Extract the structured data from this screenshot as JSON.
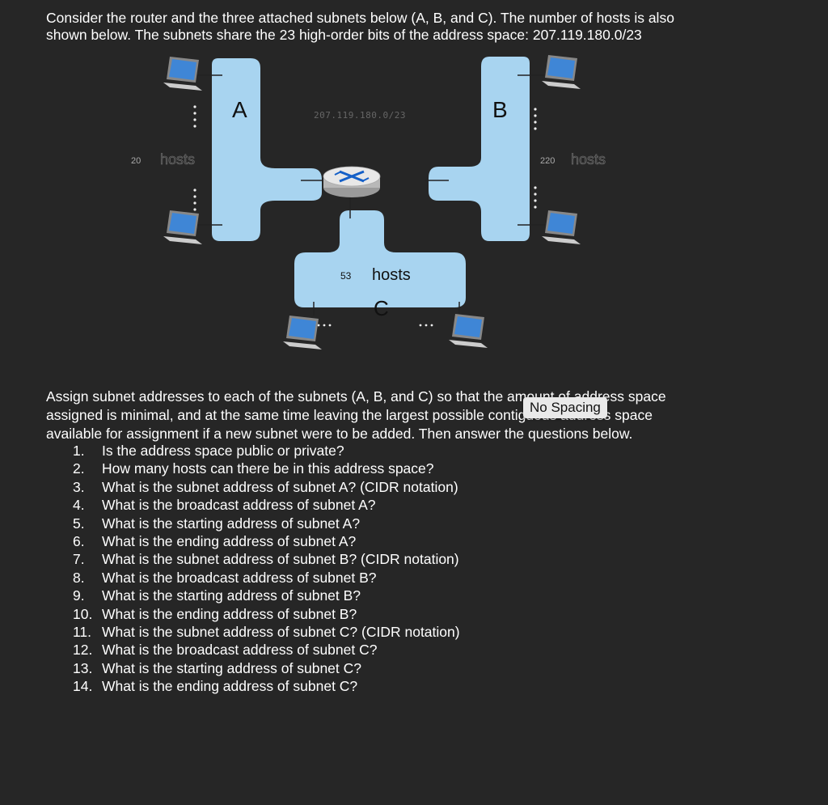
{
  "intro": {
    "line1": "Consider the router and the three attached subnets below (A, B, and C). The number of hosts is also",
    "line2": "shown below. The subnets share the 23 high-order bits of the address space: 207.119.180.0/23"
  },
  "diagram": {
    "router_prefix": "207.119.180.0/23",
    "subnet_a": {
      "letter": "A",
      "count": "20",
      "hosts_word": "hosts"
    },
    "subnet_b": {
      "letter": "B",
      "count": "220",
      "hosts_word": "hosts"
    },
    "subnet_c": {
      "letter": "C",
      "count": "53",
      "hosts_word": "hosts"
    },
    "colors": {
      "subnet_fill": "#a8d4f0",
      "background": "#262626"
    }
  },
  "assign": {
    "line1_start": "Assign subnet addresses to each of the subnets (A, B, and C) so that the amount of address space",
    "line2": "assigned is minimal, and at the same time leaving the largest possible contiguous address space",
    "line3": "available for assignment if a new subnet were to be added. Then answer the questions below."
  },
  "tooltip": {
    "text": "No Spacing"
  },
  "questions": [
    {
      "num": "1.",
      "text": "Is the address space public or private?"
    },
    {
      "num": "2.",
      "text": "How many hosts can there be in this address space?"
    },
    {
      "num": "3.",
      "text": "What is the subnet address of subnet A? (CIDR notation)"
    },
    {
      "num": "4.",
      "text": "What is the broadcast address of subnet A?"
    },
    {
      "num": "5.",
      "text": "What is the starting address of subnet A?"
    },
    {
      "num": "6.",
      "text": "What is the ending address of subnet A?"
    },
    {
      "num": "7.",
      "text": "What is the subnet address of subnet B? (CIDR notation)"
    },
    {
      "num": "8.",
      "text": "What is the broadcast address of subnet B?"
    },
    {
      "num": "9.",
      "text": "What is the starting address of subnet B?"
    },
    {
      "num": "10.",
      "text": "What is the ending address of subnet B?"
    },
    {
      "num": "11.",
      "text": "What is the subnet address of subnet C? (CIDR notation)"
    },
    {
      "num": "12.",
      "text": "What is the broadcast address of subnet C?"
    },
    {
      "num": "13.",
      "text": "What is the starting address of subnet C?"
    },
    {
      "num": "14.",
      "text": "What is the ending address of subnet C?"
    }
  ]
}
